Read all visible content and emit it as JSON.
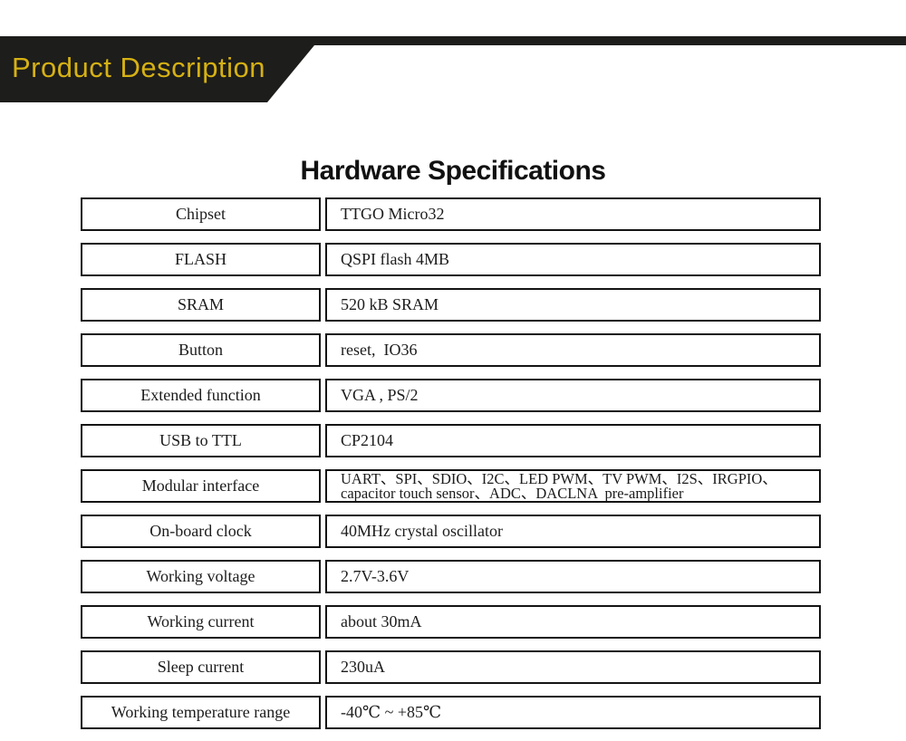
{
  "banner": {
    "title": "Product Description"
  },
  "heading": {
    "title": "Hardware Specifications"
  },
  "specs": {
    "rows": [
      {
        "label": "Chipset",
        "value": "TTGO Micro32"
      },
      {
        "label": "FLASH",
        "value": "QSPI flash 4MB"
      },
      {
        "label": "SRAM",
        "value": "520 kB SRAM"
      },
      {
        "label": "Button",
        "value": "reset,  IO36"
      },
      {
        "label": "Extended function",
        "value": "VGA , PS/2"
      },
      {
        "label": "USB to TTL",
        "value": "CP2104"
      },
      {
        "label": "Modular interface",
        "value": "UART、SPI、SDIO、I2C、LED PWM、TV PWM、I2S、IRGPIO、\ncapacitor touch sensor、ADC、DACLNA  pre-amplifier"
      },
      {
        "label": "On-board clock",
        "value": "40MHz crystal oscillator"
      },
      {
        "label": "Working voltage",
        "value": "2.7V-3.6V"
      },
      {
        "label": "Working current",
        "value": "about 30mA"
      },
      {
        "label": "Sleep current",
        "value": "230uA"
      },
      {
        "label": "Working temperature range",
        "value": "-40℃ ~ +85℃"
      }
    ]
  },
  "colors": {
    "banner_background": "#1d1d1b",
    "banner_text": "#d6b113",
    "box_border": "#141414",
    "body_text": "#1c1c1c"
  }
}
